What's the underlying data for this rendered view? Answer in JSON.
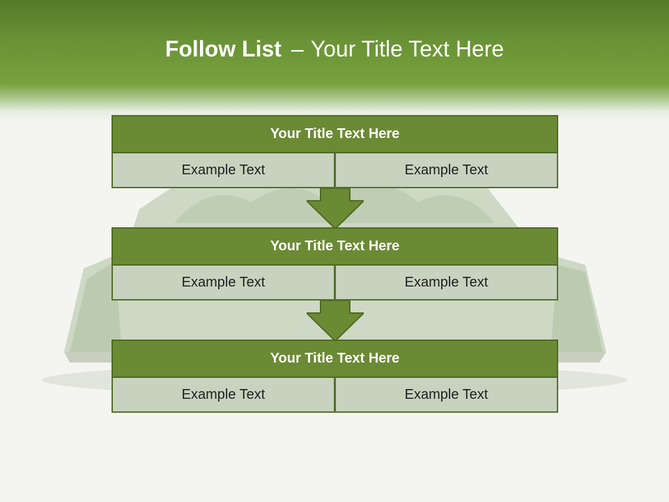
{
  "slide": {
    "title_bold": "Follow List",
    "title_dash": "–",
    "title_rest": "Your Title Text Here"
  },
  "blocks": [
    {
      "title": "Your Title Text Here",
      "cells": [
        "Example Text",
        "Example Text"
      ]
    },
    {
      "title": "Your Title Text Here",
      "cells": [
        "Example Text",
        "Example Text"
      ]
    },
    {
      "title": "Your Title Text Here",
      "cells": [
        "Example Text",
        "Example Text"
      ]
    }
  ],
  "colors": {
    "header_green": "#6a9336",
    "block_title_fill": "#6b8a34",
    "cell_fill": "#c7d3bf",
    "arrow_fill": "#6b8a34",
    "page_background": "#f4f5f1"
  },
  "icons": [
    "down-arrow-icon",
    "down-arrow-icon"
  ]
}
